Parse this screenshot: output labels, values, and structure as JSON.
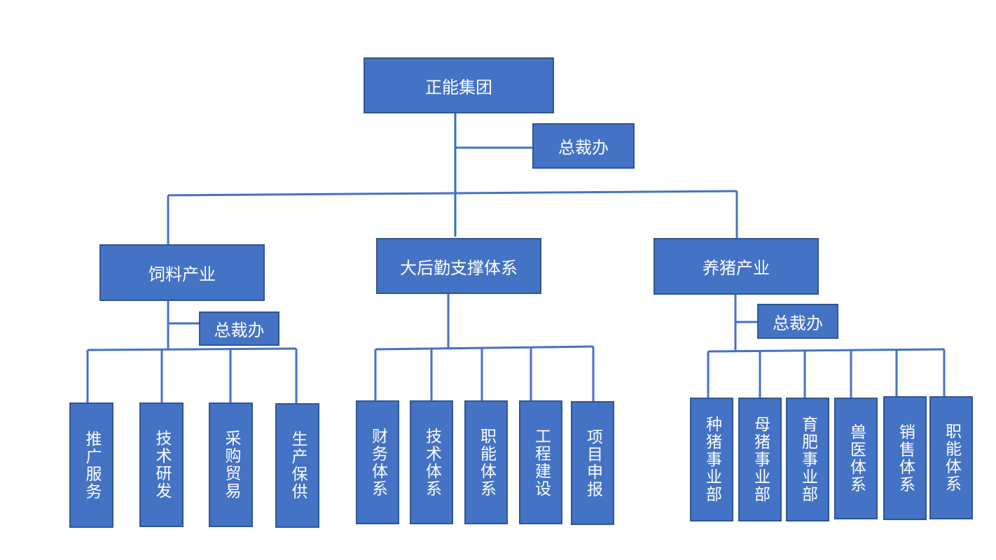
{
  "colors": {
    "box_fill": "#4472c4",
    "box_border": "#2f5597",
    "connector": "#4472c4",
    "root_trunk": "#2e75b6",
    "text": "#ffffff",
    "background": "#ffffff"
  },
  "root": {
    "label": "正能集团",
    "office": "总裁办"
  },
  "divisions": [
    {
      "label": "饲料产业",
      "office": "总裁办",
      "units": [
        "推广服务",
        "技术研发",
        "采购贸易",
        "生产保供"
      ]
    },
    {
      "label": "大后勤支撑体系",
      "units": [
        "财务体系",
        "技术体系",
        "职能体系",
        "工程建设",
        "项目申报"
      ]
    },
    {
      "label": "养猪产业",
      "office": "总裁办",
      "units": [
        "种猪事业部",
        "母猪事业部",
        "育肥事业部",
        "兽医体系",
        "销售体系",
        "职能体系"
      ]
    }
  ]
}
